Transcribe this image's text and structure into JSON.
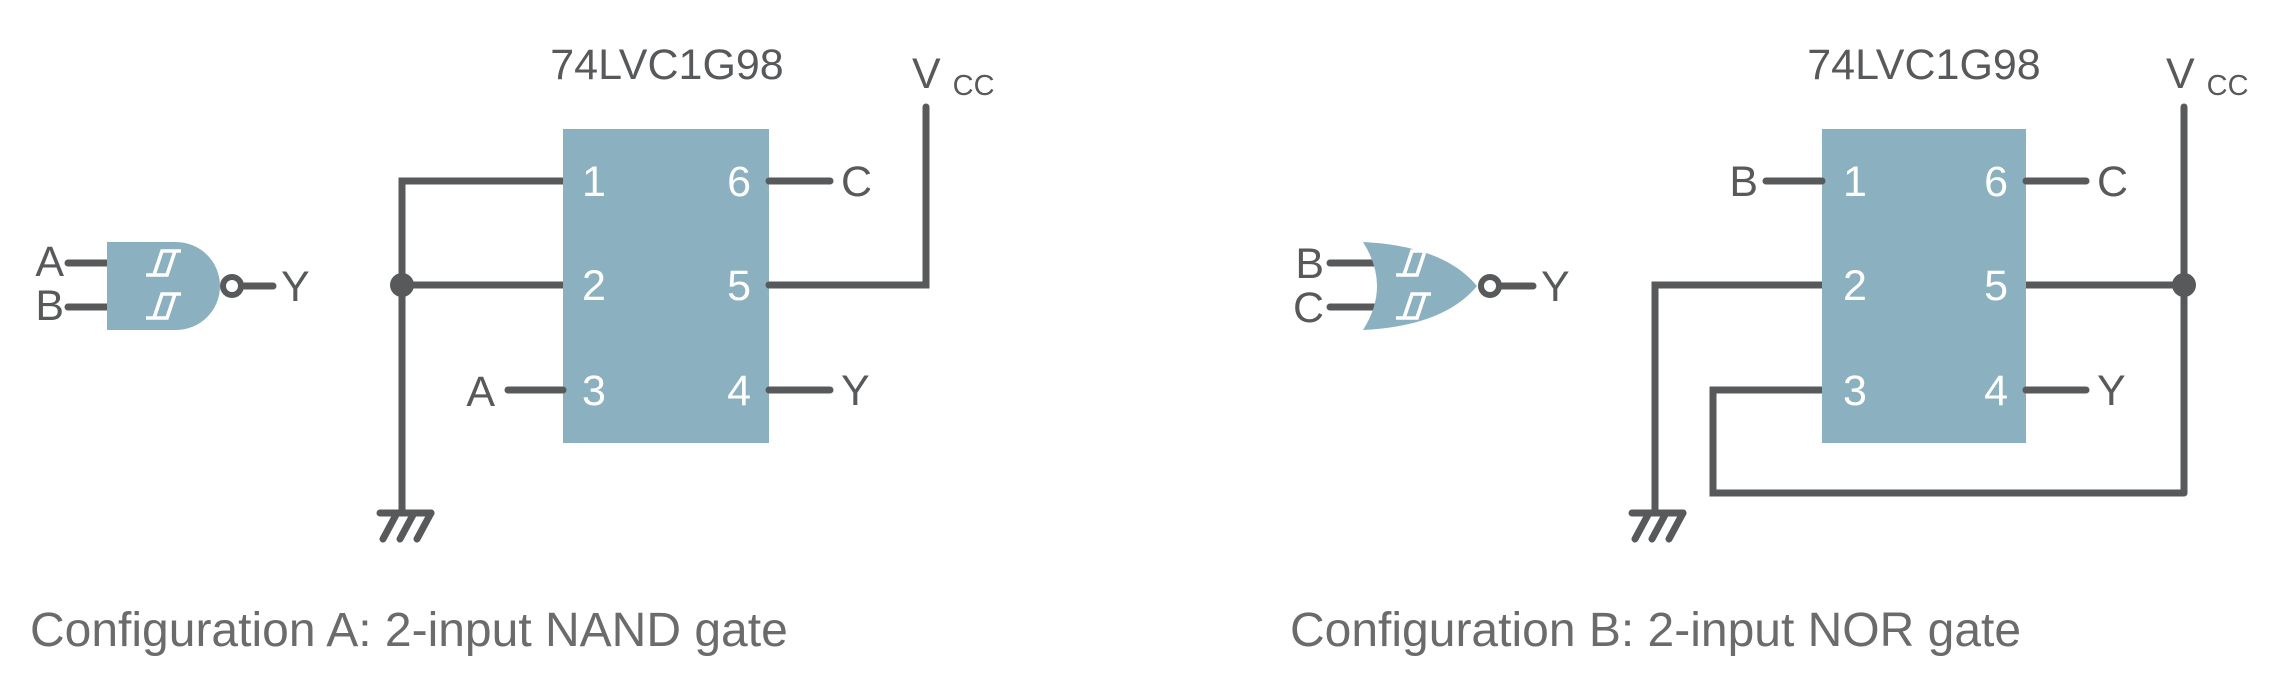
{
  "colors": {
    "background": "#ffffff",
    "ic_fill": "#8bb1c0",
    "gate_fill": "#8bb1c0",
    "wire": "#58595b",
    "label": "#58595b",
    "pin_number": "#ffffff",
    "gate_symbol": "#ffffff",
    "caption": "#6b6b6b"
  },
  "left": {
    "part_number": "74LVC1G98",
    "caption": "Configuration A: 2-input NAND gate",
    "gate": {
      "type": "nand-schmitt",
      "input_top": "A",
      "input_bottom": "B",
      "output": "Y"
    },
    "pins": {
      "p1": "1",
      "p2": "2",
      "p3": "3",
      "p4": "4",
      "p5": "5",
      "p6": "6"
    },
    "pin_labels": {
      "p3": "A",
      "p4": "Y",
      "p6": "C"
    },
    "power_label": {
      "base": "V",
      "sub": "CC"
    }
  },
  "right": {
    "part_number": "74LVC1G98",
    "caption": "Configuration B: 2-input NOR gate",
    "gate": {
      "type": "nor-schmitt",
      "input_top": "B",
      "input_bottom": "C",
      "output": "Y"
    },
    "pins": {
      "p1": "1",
      "p2": "2",
      "p3": "3",
      "p4": "4",
      "p5": "5",
      "p6": "6"
    },
    "pin_labels": {
      "p1": "B",
      "p4": "Y",
      "p6": "C"
    },
    "power_label": {
      "base": "V",
      "sub": "CC"
    }
  }
}
